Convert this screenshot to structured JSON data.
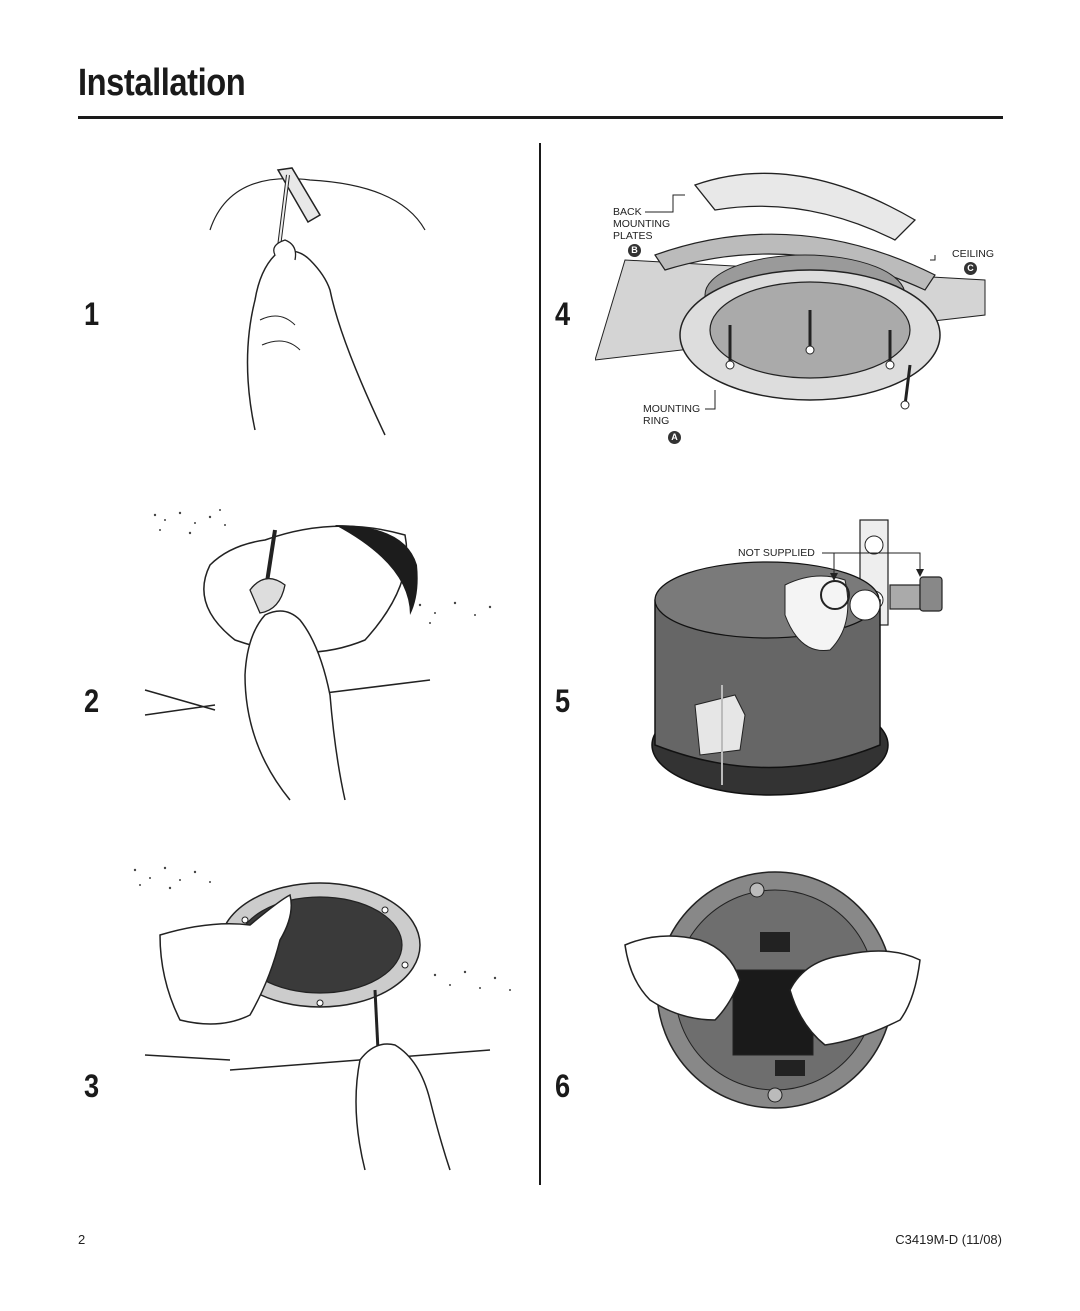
{
  "page": {
    "title": "Installation",
    "footer_page_number": "2",
    "footer_doc_id": "C3419M-D (11/08)"
  },
  "steps": [
    {
      "number": "1"
    },
    {
      "number": "2"
    },
    {
      "number": "3"
    },
    {
      "number": "4"
    },
    {
      "number": "5"
    },
    {
      "number": "6"
    }
  ],
  "step4_labels": {
    "back_mounting_plates": "BACK\nMOUNTING\nPLATES",
    "back_mounting_plates_badge": "B",
    "ceiling": "CEILING",
    "ceiling_badge": "C",
    "mounting_ring": "MOUNTING\nRING",
    "mounting_ring_badge": "A"
  },
  "step5_labels": {
    "not_supplied": "NOT SUPPLIED"
  }
}
